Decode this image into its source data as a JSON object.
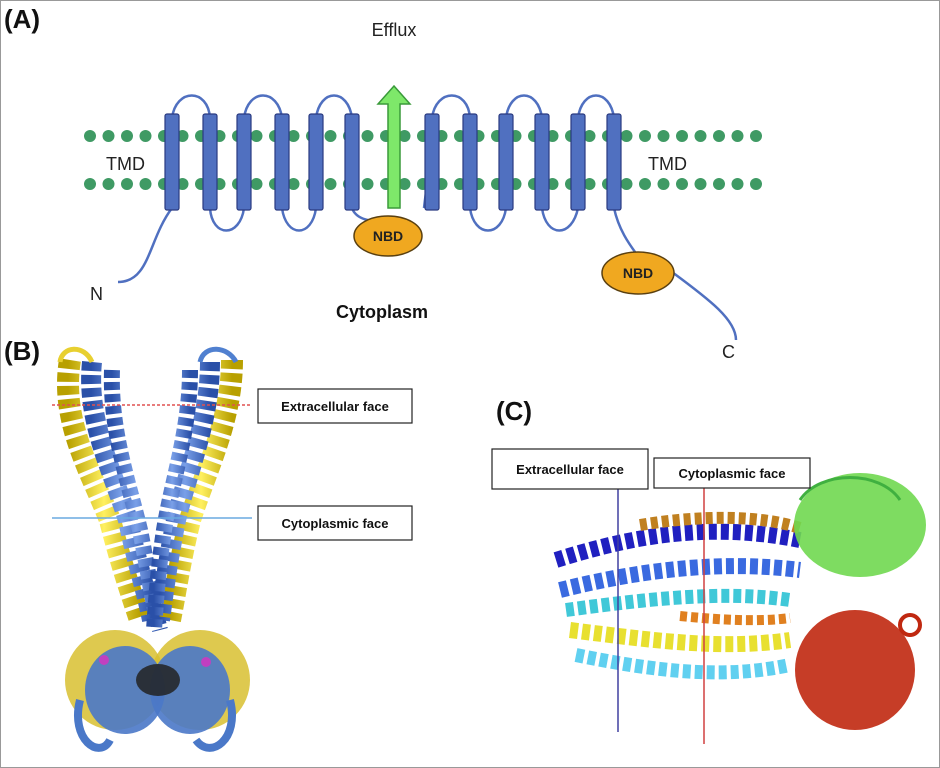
{
  "panel_a": {
    "label": "(A)",
    "efflux": "Efflux",
    "tmd_left": "TMD",
    "tmd_right": "TMD",
    "nbd_1": "NBD",
    "nbd_2": "NBD",
    "n_terminus": "N",
    "c_terminus": "C",
    "cytoplasm": "Cytoplasm"
  },
  "panel_b": {
    "label": "(B)",
    "extracellular_face": "Extracellular face",
    "cytoplasmic_face": "Cytoplasmic  face"
  },
  "panel_c": {
    "label": "(C)",
    "extracellular_face": "Extracellular face",
    "cytoplasmic_face": "Cytoplasmic  face"
  },
  "colors": {
    "helix": "#5070c0",
    "membrane_dot": "#3f9a64",
    "nbd": "#f0a820",
    "efflux_arrow": "#7ee86a",
    "red_line": "#e05050",
    "blue_line": "#6aaae0",
    "purple_line": "#4040a0"
  }
}
